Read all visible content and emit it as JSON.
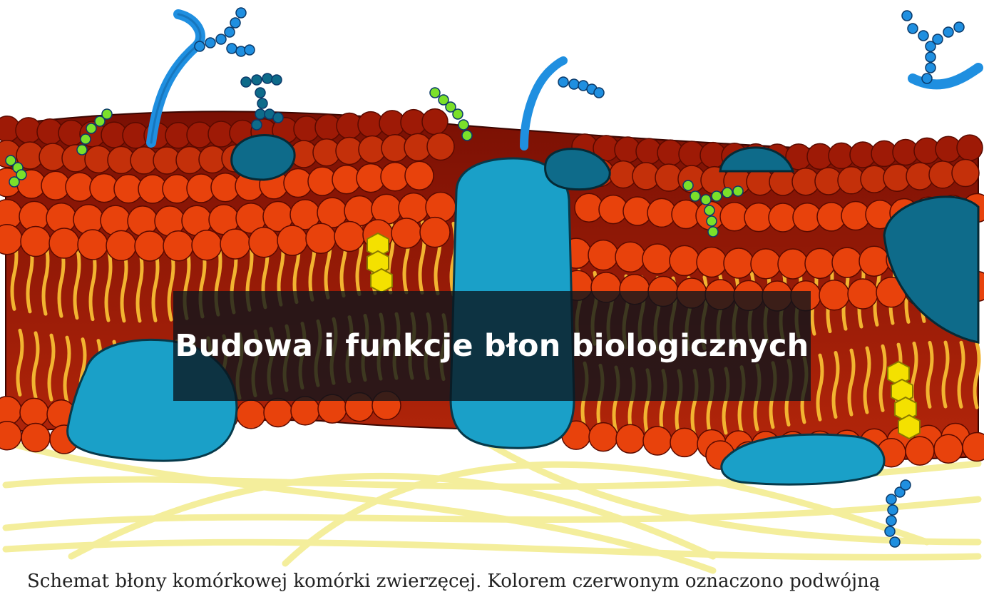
{
  "title": "Budowa i funkcje błon biologicznych",
  "caption": "Schemat błony komórkowej komórki zwierzęcej. Kolorem czerwonym oznaczono podwójną",
  "illustration": {
    "subject": "cell membrane phospholipid bilayer",
    "colors": {
      "heads": "#e8420c",
      "heads_dark": "#9e1a06",
      "tails": "#f2b431",
      "protein": "#1aa0c8",
      "protein_dark": "#0e6b8a",
      "glyco_blue": "#1f8fe0",
      "glyco_green": "#7be02a",
      "cholesterol": "#f4e100",
      "cytoskeleton": "#f4ee9c",
      "background": "#ffffff"
    }
  }
}
